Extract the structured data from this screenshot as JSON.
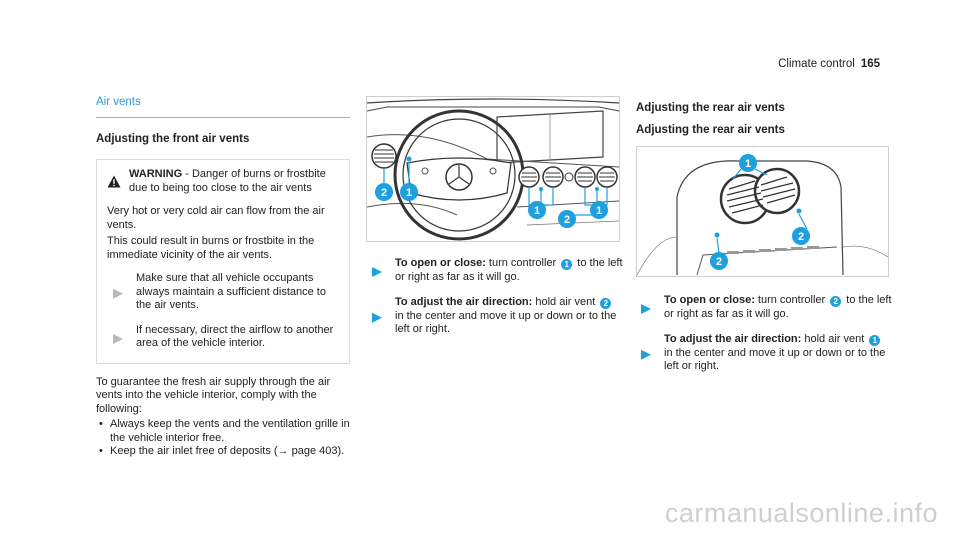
{
  "header": {
    "section": "Climate control",
    "page_number": "165"
  },
  "col1": {
    "section_title": "Air vents",
    "subheading": "Adjusting the front air vents",
    "warning": {
      "label": "WARNING",
      "title_rest": " - Danger of burns or frostbite due to being too close to the air vents",
      "para1": "Very hot or very cold air can flow from the air vents.",
      "para2": "This could result in burns or frostbite in the immediate vicinity of the air vents.",
      "step1": "Make sure that all vehicle occupants always maintain a sufficient distance to the air vents.",
      "step2": "If necessary, direct the airflow to another area of the vehicle interior."
    },
    "body": "To guarantee the fresh air supply through the air vents into the vehicle interior, comply with the following:",
    "list": [
      "Always keep the vents and the ventilation grille in the vehicle interior free.",
      "Keep the air inlet free of deposits (→ page 403)."
    ]
  },
  "col2": {
    "step1": {
      "bold": "To open or close:",
      "pre": " turn controller ",
      "num": "1",
      "post": " to the left or right as far as it will go."
    },
    "step2": {
      "bold": "To adjust the air direction:",
      "pre": " hold air vent ",
      "num": "2",
      "post": " in the center and move it up or down or to the left or right."
    },
    "callouts": [
      "2",
      "1",
      "1",
      "2",
      "1"
    ]
  },
  "col3": {
    "heading1": "Adjusting the rear air vents",
    "heading2": "Adjusting the rear air vents",
    "step1": {
      "bold": "To open or close:",
      "pre": " turn controller ",
      "num": "2",
      "post": " to the left or right as far as it will go."
    },
    "step2": {
      "bold": "To adjust the air direction:",
      "pre": " hold air vent ",
      "num": "1",
      "post": " in the center and move it up or down or to the left or right."
    },
    "callouts": [
      "1",
      "2",
      "2"
    ]
  },
  "colors": {
    "accent": "#1ea0de",
    "rule": "#6cc0ea",
    "border": "#dadada"
  },
  "watermark": "carmanualsonline.info"
}
